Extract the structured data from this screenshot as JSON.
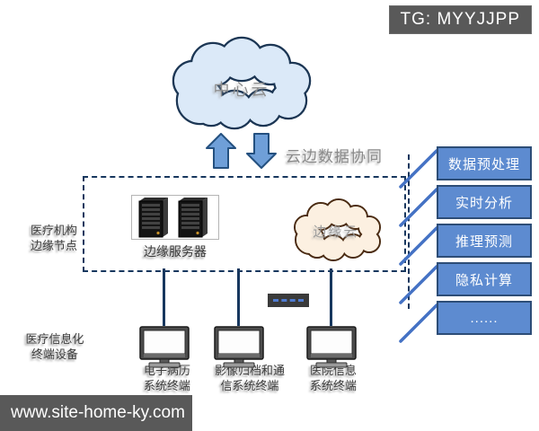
{
  "watermark": {
    "badge": "TG: MYYJJPP",
    "site": "www.site-home-ky.com"
  },
  "central_cloud": {
    "label": "中心云"
  },
  "flow": {
    "label": "云边数据协同"
  },
  "edge_zone": {
    "side_label": {
      "line1": "医疗机构",
      "line2": "边缘节点"
    },
    "servers": {
      "label": "边缘服务器"
    },
    "edge_cloud": {
      "label": "边缘云"
    }
  },
  "services": {
    "items": [
      "数据预处理",
      "实时分析",
      "推理预测",
      "隐私计算",
      "......"
    ]
  },
  "devices": {
    "side_label": {
      "line1": "医疗信息化",
      "line2": "终端设备"
    },
    "terminals": [
      {
        "line1": "电子病历",
        "line2": "系统终端"
      },
      {
        "line1": "影像归档和通",
        "line2": "信系统终端"
      },
      {
        "line1": "医院信息",
        "line2": "系统终端"
      }
    ]
  },
  "colors": {
    "accent_blue": "#4472c4",
    "service_box_fill": "#5d8bd0",
    "navy_outline": "#17375e",
    "central_cloud_fill": "#dbe9f8",
    "edge_cloud_fill": "#fcf0e1",
    "edge_cloud_outline": "#4a2b12",
    "watermark_bg": "#595959"
  },
  "icons": {
    "up_arrow": "arrow-up-icon",
    "down_arrow": "arrow-down-icon",
    "servers": "server-towers-icon",
    "terminal": "desktop-monitor-icon",
    "cloud": "cloud-icon"
  }
}
